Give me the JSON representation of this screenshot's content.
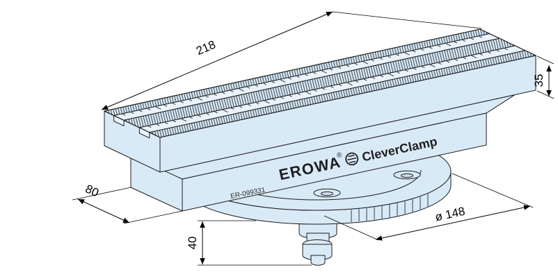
{
  "drawing": {
    "brand": {
      "name": "EROWA",
      "registered": "®",
      "product": "CleverClamp"
    },
    "part_number": "ER-099331",
    "dimensions": {
      "length": {
        "label": "218"
      },
      "depth": {
        "label": "80"
      },
      "height": {
        "label": "35"
      },
      "stud_height": {
        "label": "40"
      },
      "base_diameter": {
        "label": "ø 148"
      }
    },
    "colors": {
      "body_fill": "#d9eaf7",
      "groove_fill": "#eaf3fb",
      "outline": "#1c1c1c",
      "hatch_line": "#39424a",
      "dim_color": "#000000",
      "text_color": "#1d1d1f"
    }
  }
}
